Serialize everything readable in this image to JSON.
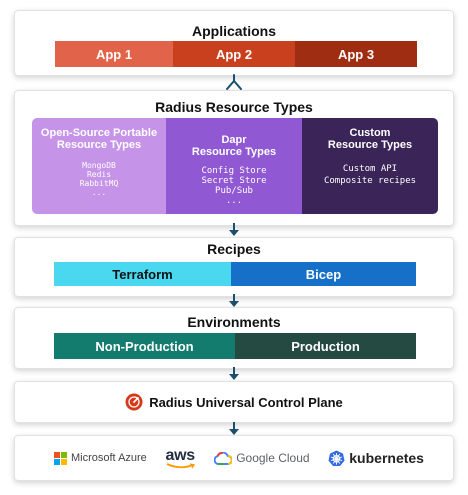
{
  "applications": {
    "title": "Applications",
    "apps": [
      {
        "label": "App 1",
        "color": "#e0634a"
      },
      {
        "label": "App 2",
        "color": "#c8401e"
      },
      {
        "label": "App 3",
        "color": "#9e2d12"
      }
    ]
  },
  "resource_types": {
    "title": "Radius Resource Types",
    "columns": [
      {
        "title_line1": "Open-Source Portable",
        "title_line2": "Resource Types",
        "items": [
          "MongoDB",
          "Redis",
          "RabbitMQ",
          "..."
        ],
        "color": "#c594e8"
      },
      {
        "title_line1": "Dapr",
        "title_line2": "Resource Types",
        "items": [
          "Config Store",
          "Secret Store",
          "Pub/Sub",
          "..."
        ],
        "color": "#9158d4"
      },
      {
        "title_line1": "Custom",
        "title_line2": "Resource Types",
        "items": [
          "Custom API",
          "Composite recipes"
        ],
        "color": "#3b2457"
      }
    ]
  },
  "recipes": {
    "title": "Recipes",
    "items": [
      {
        "label": "Terraform",
        "color": "#4ad8f0",
        "text_color": "#111111"
      },
      {
        "label": "Bicep",
        "color": "#1670c8",
        "text_color": "#ffffff"
      }
    ]
  },
  "environments": {
    "title": "Environments",
    "items": [
      {
        "label": "Non-Production",
        "color": "#137c6e"
      },
      {
        "label": "Production",
        "color": "#244a42"
      }
    ]
  },
  "control_plane": {
    "title": "Radius Universal Control Plane",
    "icon_color": "#d63a1a"
  },
  "clouds": {
    "items": [
      {
        "label": "Microsoft Azure",
        "icon": "microsoft-logo"
      },
      {
        "label": "aws",
        "icon": "aws-logo"
      },
      {
        "label": "Google Cloud",
        "icon": "google-cloud-logo"
      },
      {
        "label": "kubernetes",
        "icon": "kubernetes-logo"
      }
    ]
  },
  "arrow_color": "#1b4f6b"
}
